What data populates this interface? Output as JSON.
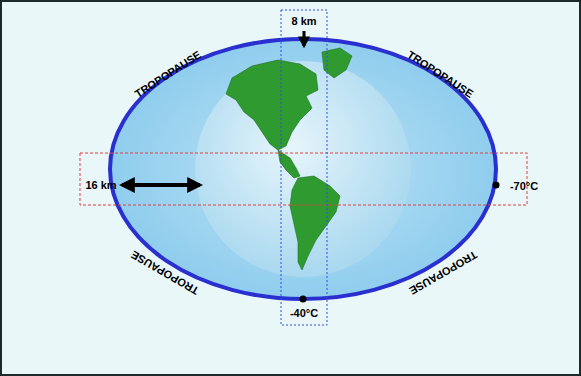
{
  "diagram": {
    "labels": [
      "TROPOPAUSE",
      "8 km",
      "TROPOPAUSE",
      "16 km",
      "-70°C",
      "TROPOPAUSE",
      "-40°C",
      "TROPOPAUSE"
    ]
  }
}
